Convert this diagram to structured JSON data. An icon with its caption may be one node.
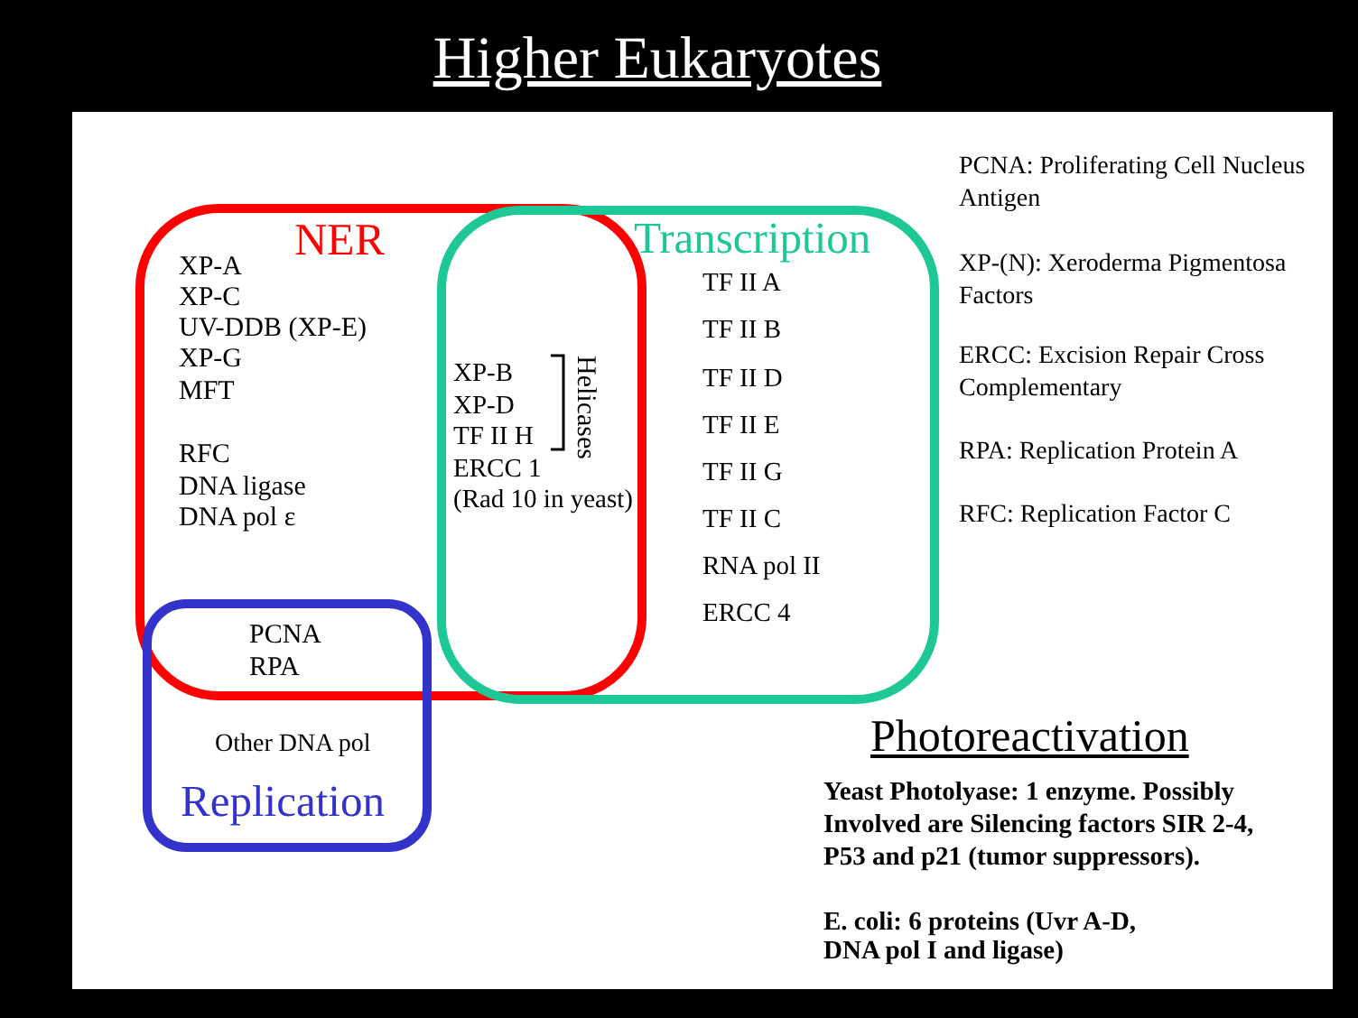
{
  "diagram": {
    "title": "Higher Eukaryotes",
    "nodes": [
      {
        "text": [
          "NER",
          "XP-A",
          "XP-C",
          "UV-DDB (XP-E)",
          "XP-G",
          "MFT",
          "RFC",
          "DNA ligase",
          "DNA pol ε"
        ]
      },
      {
        "text": [
          "Transcription",
          "TF II A",
          "TF II B",
          "TF II D",
          "TF II E",
          "TF II G",
          "TF II C",
          "RNA pol II",
          "ERCC 4"
        ]
      },
      {
        "text": [
          "Other DNA pol",
          "Replication"
        ]
      }
    ],
    "labels": [
      "XP-B",
      "XP-D",
      "TF II H",
      "ERCC 1",
      "(Rad 10 in yeast)",
      "Helicases",
      "PCNA",
      "RPA",
      "PCNA: Proliferating Cell Nucleus Antigen",
      "XP-(N): Xeroderma Pigmentosa Factors",
      "ERCC: Excision Repair Cross Complementary",
      "RPA: Replication Protein A",
      "RFC: Replication Factor C",
      "Photoreactivation",
      "Yeast Photolyase: 1 enzyme. Possibly Involved are Silencing factors SIR 2-4, P53 and p21 (tumor suppressors).",
      "E. coli: 6 proteins (Uvr A-D, DNA pol I and ligase)"
    ]
  }
}
